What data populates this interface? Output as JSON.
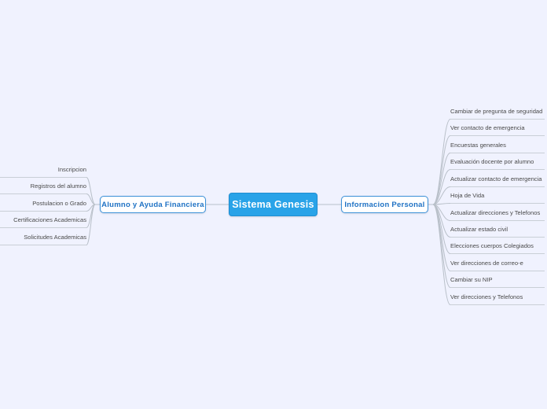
{
  "diagram": {
    "type": "mind-map",
    "background_color": "#f0f2fe",
    "root_color": "#29a3e8",
    "branch_border_color": "#3a90d8",
    "branch_text_color": "#1f72c4",
    "leaf_text_color": "#4a4a4a",
    "connector_color": "#b9c0c9",
    "root": {
      "label": "Sistema Genesis"
    },
    "branches": [
      {
        "id": "alumno-y-ayuda-financiera",
        "label": "Alumno y Ayuda Financiera",
        "side": "left",
        "leaves": [
          {
            "label": "Inscripcion"
          },
          {
            "label": "Registros del alumno"
          },
          {
            "label": "Postulacion o Grado"
          },
          {
            "label": "Certificaciones Academicas"
          },
          {
            "label": "Solicitudes Academicas"
          }
        ]
      },
      {
        "id": "informacion-personal",
        "label": "Informacion Personal",
        "side": "right",
        "leaves": [
          {
            "label": "Cambiar de pregunta de seguridad"
          },
          {
            "label": "Ver contacto de emergencia"
          },
          {
            "label": "Encuestas generales"
          },
          {
            "label": "Evaluación docente por alumno"
          },
          {
            "label": "Actualizar contacto de emergencia"
          },
          {
            "label": "Hoja de Vida"
          },
          {
            "label": "Actualizar direcciones y Telefonos"
          },
          {
            "label": "Actualizar estado civil"
          },
          {
            "label": "Elecciones cuerpos Colegiados"
          },
          {
            "label": "Ver direcciones de correo-e"
          },
          {
            "label": "Cambiar su NIP"
          },
          {
            "label": "Ver direcciones y Telefonos"
          }
        ]
      }
    ]
  }
}
